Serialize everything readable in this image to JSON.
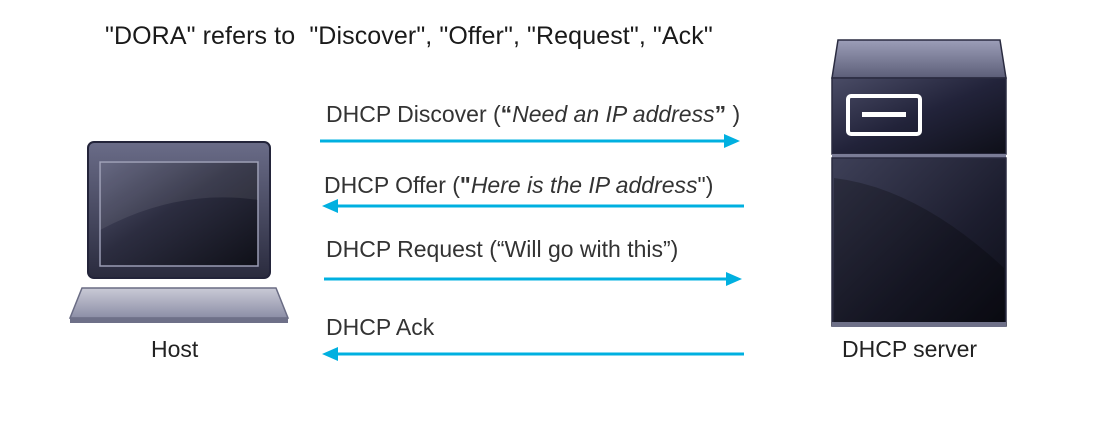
{
  "title": "\"DORA\" refers to  \"Discover\", \"Offer\", \"Request\", \"Ack\"",
  "host_label": "Host",
  "server_label": "DHCP server",
  "messages": [
    {
      "name": "DHCP Discover",
      "prefix": "DHCP Discover (",
      "open_quote": "“",
      "quote": "Need an IP address",
      "close_quote": "”",
      "suffix": " )",
      "direction": "to-server"
    },
    {
      "name": "DHCP Offer",
      "prefix": "DHCP Offer (",
      "open_quote": "\"",
      "quote": "Here is the IP address",
      "close_quote": "\"",
      "suffix": ")",
      "direction": "to-host"
    },
    {
      "name": "DHCP Request",
      "text": "DHCP Request (“Will go with this”)",
      "direction": "to-server"
    },
    {
      "name": "DHCP Ack",
      "text": "DHCP Ack",
      "direction": "to-host"
    }
  ],
  "colors": {
    "arrow": "#00b0e0",
    "device_dark": "#1b1c2a",
    "device_mid": "#3a3c56",
    "device_light": "#8a8ca8"
  }
}
